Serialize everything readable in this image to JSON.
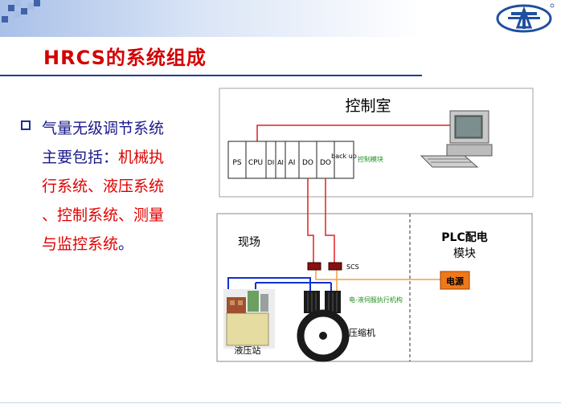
{
  "slide": {
    "title": "HRCS的系统组成"
  },
  "bullet": {
    "line1": "气量无级调节系统",
    "line2_prefix": "主要包括：",
    "line2_red": "机械执",
    "line3": "行系统、液压系统",
    "line4": "、控制系统、测量",
    "line5_red": "与监控系统",
    "line5_suffix": "。"
  },
  "diagram": {
    "control_room_label": "控制室",
    "modules": [
      "PS",
      "CPU",
      "DI",
      "AI",
      "AI",
      "DO",
      "DO",
      "back up"
    ],
    "module_note": "控制模块",
    "field_label": "现场",
    "plc_label_line1": "PLC配电",
    "plc_label_line2": "模块",
    "power_label": "电源",
    "scs_label": "SCS",
    "actuator_label": "电-液伺服执行机构",
    "compressor_label": "压缩机",
    "hydraulic_label": "液压站"
  },
  "colors": {
    "title_red": "#d40000",
    "text_blue": "#1a1a8a",
    "wire_red": "#e02020",
    "wire_blue": "#1030d0",
    "wire_orange": "#f0a040",
    "power_box": "#f07818",
    "scs_block": "#8a1010"
  }
}
